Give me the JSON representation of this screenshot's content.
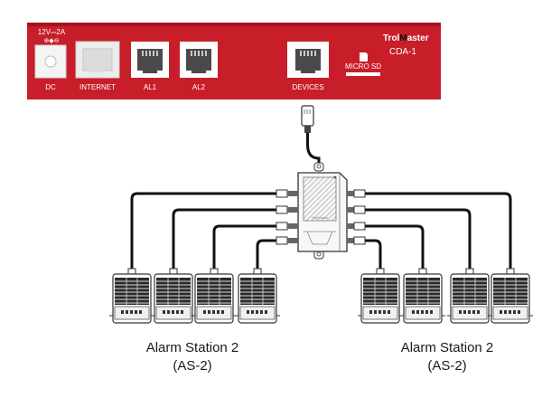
{
  "controller": {
    "brand_prefix": "Trol",
    "brand_m": "M",
    "brand_suffix": "aster",
    "model": "CDA-1",
    "color": "#c81e2a",
    "power_spec": "12V⎓2A",
    "power_polarity": "⊕◆⊖",
    "ports": [
      {
        "label": "DC",
        "icon": "dc-jack-icon"
      },
      {
        "label": "INTERNET",
        "icon": "ethernet-port-icon"
      },
      {
        "label": "AL1",
        "icon": "rj12-port-icon"
      },
      {
        "label": "AL2",
        "icon": "rj12-port-icon"
      },
      {
        "label": "DEVICES",
        "icon": "rj12-port-icon"
      },
      {
        "label": "MICRO SD",
        "icon": "sd-card-icon"
      }
    ]
  },
  "hub": {
    "icon": "splitter-hub-icon",
    "left_ports": 4,
    "right_ports": 4
  },
  "stations": {
    "icon": "alarm-station-icon",
    "groups": [
      {
        "caption_line1": "Alarm Station 2",
        "caption_line2": "(AS-2)",
        "count": 4
      },
      {
        "caption_line1": "Alarm Station 2",
        "caption_line2": "(AS-2)",
        "count": 4
      }
    ]
  }
}
